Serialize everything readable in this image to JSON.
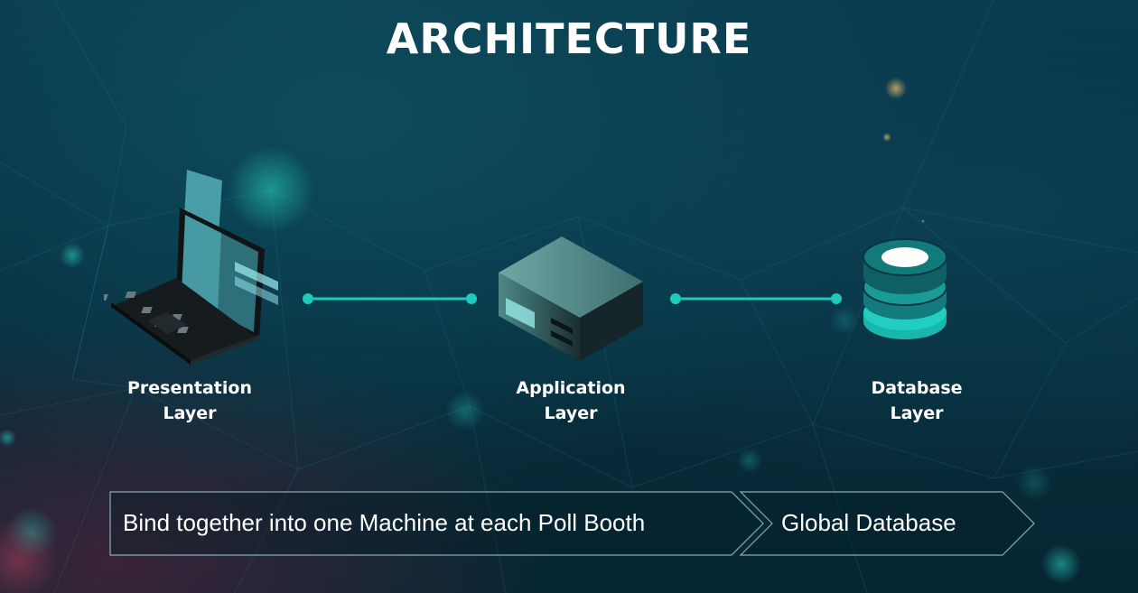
{
  "title": "ARCHITECTURE",
  "layers": [
    {
      "line1": "Presentation",
      "line2": "Layer",
      "icon": "laptop-icon"
    },
    {
      "line1": "Application",
      "line2": "Layer",
      "icon": "server-icon"
    },
    {
      "line1": "Database",
      "line2": "Layer",
      "icon": "database-icon"
    }
  ],
  "process": [
    {
      "label": "Bind together into one Machine at each Poll Booth"
    },
    {
      "label": "Global Database"
    }
  ],
  "colors": {
    "accent": "#1fc9bb",
    "background": "#08303f",
    "text": "#ffffff"
  }
}
